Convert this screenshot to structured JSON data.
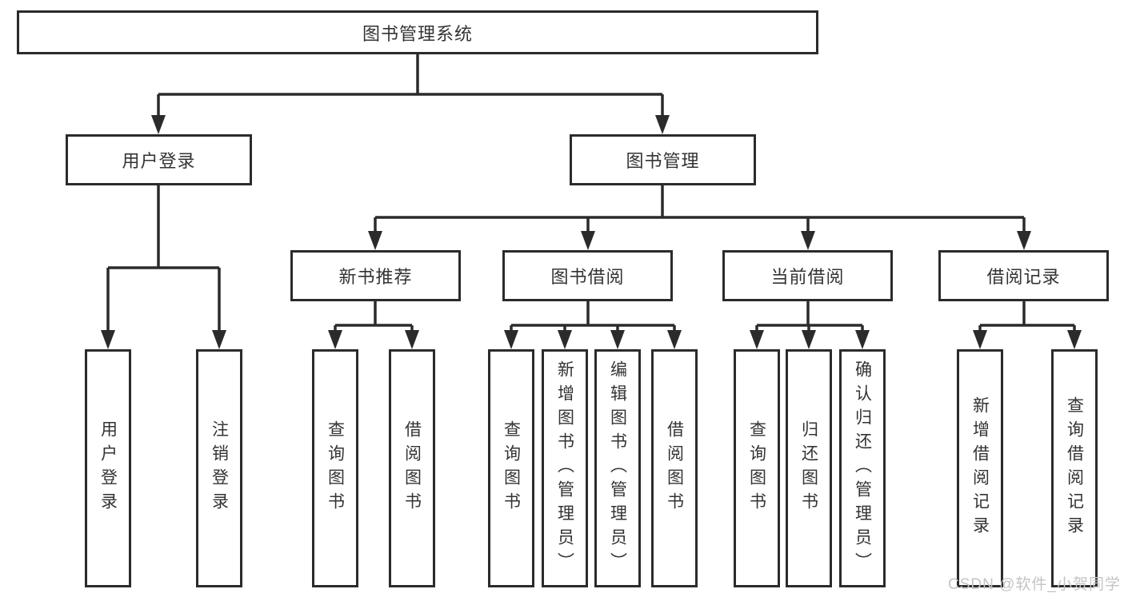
{
  "tree": {
    "label": "图书管理系统",
    "children": [
      {
        "label": "用户登录",
        "children": [
          {
            "label": "用户登录"
          },
          {
            "label": "注销登录"
          }
        ]
      },
      {
        "label": "图书管理",
        "children": [
          {
            "label": "新书推荐",
            "children": [
              {
                "label": "查询图书"
              },
              {
                "label": "借阅图书"
              }
            ]
          },
          {
            "label": "图书借阅",
            "children": [
              {
                "label": "查询图书"
              },
              {
                "label": "新增图书（管理员）"
              },
              {
                "label": "编辑图书（管理员）"
              },
              {
                "label": "借阅图书"
              }
            ]
          },
          {
            "label": "当前借阅",
            "children": [
              {
                "label": "查询图书"
              },
              {
                "label": "归还图书"
              },
              {
                "label": "确认归还（管理员）"
              }
            ]
          },
          {
            "label": "借阅记录",
            "children": [
              {
                "label": "新增借阅记录"
              },
              {
                "label": "查询借阅记录"
              }
            ]
          }
        ]
      }
    ]
  },
  "watermark": {
    "text": "CSDN @软件_小贺同学"
  },
  "colors": {
    "line": "#2b2b2b",
    "box_border": "#2b2b2b",
    "text": "#333333",
    "background": "#ffffff",
    "watermark": "#c4c4c4"
  }
}
